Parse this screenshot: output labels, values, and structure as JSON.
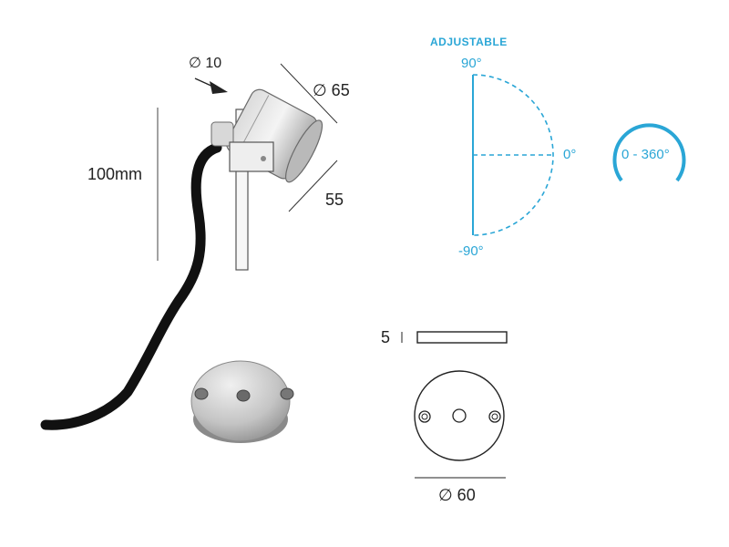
{
  "labels": {
    "cable_diameter": "∅ 10",
    "head_diameter": "∅ 65",
    "head_depth": "55",
    "spike_length": "100mm",
    "adjustable_title": "ADJUSTABLE",
    "angle_top": "90°",
    "angle_middle": "0°",
    "angle_bottom": "-90°",
    "rotation_range": "0 - 360°",
    "base_thickness": "5",
    "base_diameter": "∅ 60"
  },
  "colors": {
    "accent": "#2aa6d6",
    "line": "#222222",
    "cable": "#111111",
    "metal_light": "#e8e8e8",
    "metal_dark": "#9a9a9a"
  },
  "icons": {
    "arrow": "arrow-down-right-icon"
  }
}
